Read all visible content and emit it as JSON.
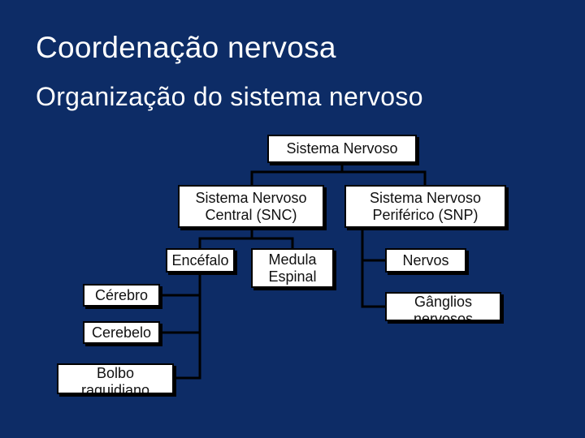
{
  "title": "Coordenação nervosa",
  "subtitle": "Organização do sistema nervoso",
  "nodes": {
    "sistema_nervoso": "Sistema Nervoso",
    "snc": "Sistema Nervoso\nCentral (SNC)",
    "snp": "Sistema Nervoso\nPeriférico (SNP)",
    "encefalo": "Encéfalo",
    "medula": "Medula\nEspinal",
    "nervos": "Nervos",
    "ganglios": "Gânglios\nnervosos",
    "cerebro": "Cérebro",
    "cerebelo": "Cerebelo",
    "bolbo": "Bolbo\nraquidiano"
  },
  "colors": {
    "background": "#0d2c66",
    "box_fill": "#ffffff",
    "box_border": "#000000",
    "text": "#111111"
  }
}
